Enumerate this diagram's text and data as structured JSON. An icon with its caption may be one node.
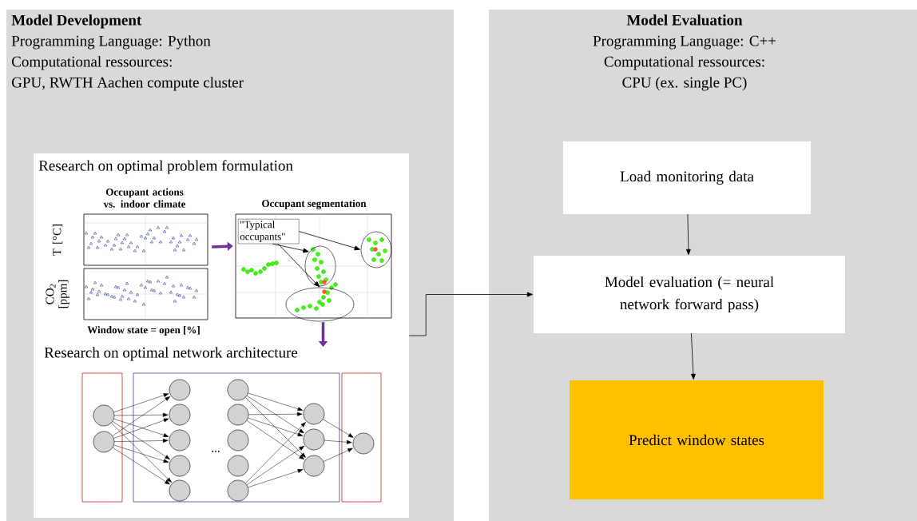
{
  "diagram": {
    "nodes": [
      {
        "text": [
          "Model Development",
          "Programming Language: Python",
          "Computational ressources:",
          "GPU, RWTH Aachen compute cluster"
        ]
      },
      {
        "text": [
          "Research on optimal problem formulation"
        ],
        "in": 0
      },
      {
        "text": [
          "Occupant actions vs. indoor climate"
        ],
        "in": 1,
        "beside": [
          "Window state = open [%]"
        ]
      },
      {
        "text": [
          "Occupant segmentation"
        ],
        "in": 1
      },
      {
        "text": [
          "Research on optimal network architecture"
        ],
        "in": 1
      },
      {
        "text": [
          "\"Typical occupants\""
        ],
        "in": 3
      },
      {
        "text": [],
        "shape": "ellipse",
        "in": 3
      },
      {
        "text": [],
        "shape": "ellipse",
        "in": 3
      },
      {
        "text": [],
        "shape": "ellipse",
        "in": 3
      },
      {
        "text": [
          "Model Evaluation",
          "Programming Language: C++",
          "Computational ressources:",
          "CPU (ex. single PC)"
        ]
      },
      {
        "text": [
          "Load monitoring data"
        ],
        "in": 9
      },
      {
        "text": [
          "Model evaluation (= neural network forward pass)"
        ],
        "in": 9
      },
      {
        "text": [
          "Predict window states"
        ],
        "in": 9
      }
    ],
    "edges": [
      {
        "from": 2,
        "to": 3,
        "arrow": "to",
        "style": "thick",
        "color": "#7030a0"
      },
      {
        "from": 3,
        "to": 4,
        "arrow": "to",
        "style": "thick",
        "color": "#7030a0"
      },
      {
        "from": 5,
        "to": 6,
        "arrow": "to"
      },
      {
        "from": 5,
        "to": 7,
        "arrow": "to"
      },
      {
        "from": 5,
        "to": 8,
        "arrow": "to"
      },
      {
        "from": 1,
        "to": 11,
        "arrow": "to"
      },
      {
        "from": 10,
        "to": 11,
        "arrow": "to"
      },
      {
        "from": 11,
        "to": 12,
        "arrow": "to"
      }
    ],
    "labels": [
      "T [°C]",
      "CO$_{2}$ [ppm]",
      "..."
    ]
  }
}
